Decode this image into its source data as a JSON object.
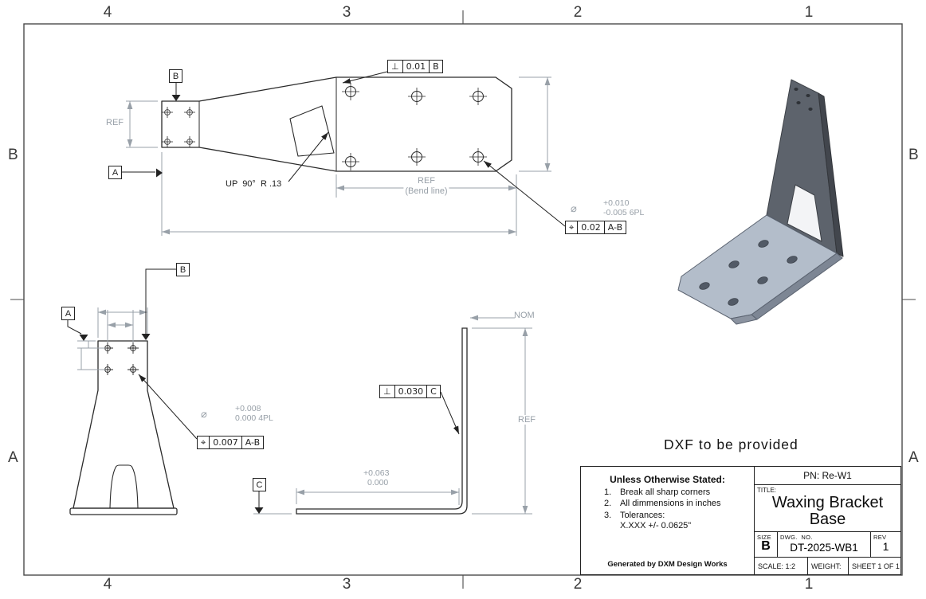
{
  "zones": {
    "cols": [
      "4",
      "3",
      "2",
      "1"
    ],
    "rows": [
      "B",
      "A"
    ]
  },
  "top_view": {
    "datum_b": "B",
    "datum_a": "A",
    "ref_left": "REF",
    "bend_ref": "REF",
    "bend_label": "(Bend line)",
    "up_note": "UP  90°  R .13",
    "perp_frame": {
      "symbol": "⊥",
      "value": "0.01",
      "datum": "B"
    },
    "hole_callout": {
      "dia": "⌀",
      "upper": "+0.010",
      "lower": "-0.005 6PL"
    },
    "pos_frame": {
      "symbol": "⌖",
      "value": "0.02",
      "datum": "A-B"
    }
  },
  "front_view": {
    "datum_b": "B",
    "datum_a": "A",
    "hole_callout": {
      "dia": "⌀",
      "upper": "+0.008",
      "lower": "0.000 4PL"
    },
    "pos_frame": {
      "symbol": "⌖",
      "value": "0.007",
      "datum": "A-B"
    }
  },
  "side_view": {
    "nom": "NOM",
    "ref": "REF",
    "perp_frame": {
      "symbol": "⊥",
      "value": "0.030",
      "datum": "C"
    },
    "datum_c": "C",
    "base_dim": {
      "upper": "+0.063",
      "lower": "0.000"
    }
  },
  "annotations": {
    "dxf_note": "DXF to be provided"
  },
  "title_block": {
    "uos_heading": "Unless Otherwise Stated:",
    "notes": [
      {
        "num": "1.",
        "text": "Break all sharp corners"
      },
      {
        "num": "2.",
        "text": "All dimmensions in inches"
      },
      {
        "num": "3.",
        "text": "Tolerances:"
      }
    ],
    "tolerance_detail": "X.XXX +/- 0.0625\"",
    "credit": "Generated by DXM Design Works",
    "pn": "PN: Re-W1",
    "title_label": "TITLE:",
    "title_line1": "Waxing Bracket",
    "title_line2": "Base",
    "size_label": "SIZE",
    "size_value": "B",
    "dwg_label": "DWG.  NO.",
    "dwg_value": "DT-2025-WB1",
    "rev_label": "REV",
    "rev_value": "1",
    "scale_label": "SCALE: 1:2",
    "weight_label": "WEIGHT:",
    "sheet_label": "SHEET 1 OF 1"
  }
}
